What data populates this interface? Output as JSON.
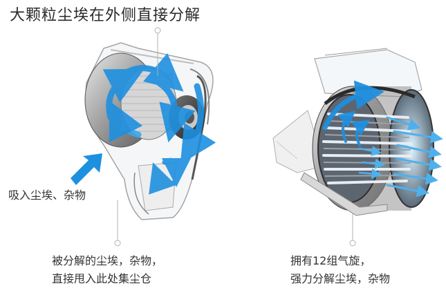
{
  "title": "大颗粒尘埃在外侧直接分解",
  "labels": {
    "intake": "吸入尘埃、杂物",
    "bin_line1": "被分解的尘埃，杂物，",
    "bin_line2": "直接甩入此处集尘仓",
    "cyclone_line1": "拥有12组气旋，",
    "cyclone_line2": "强力分解尘埃，杂物"
  },
  "colors": {
    "arrow_blue": "#1e90e0",
    "light_blue": "#8fd0f5",
    "frame_gray": "#9a9a9a",
    "dark_metal": "#3a3a3a"
  }
}
